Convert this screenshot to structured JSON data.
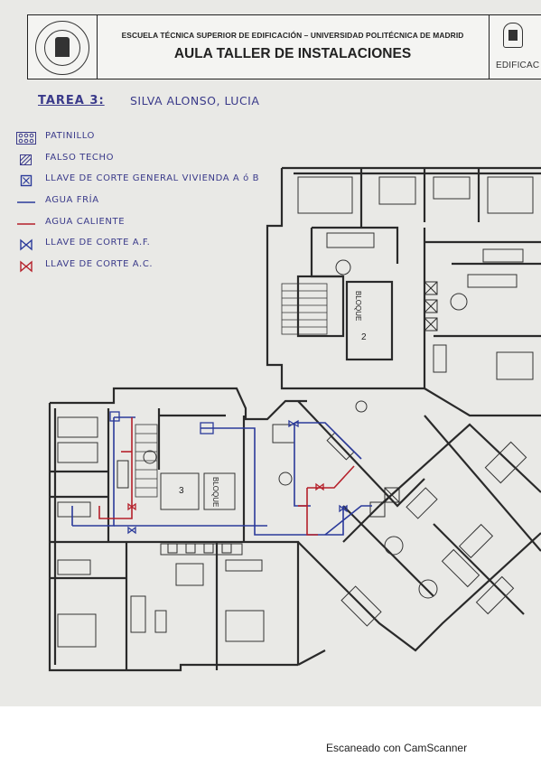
{
  "header": {
    "school_name": "ESCUELA TÉCNICA SUPERIOR DE EDIFICACIÓN – UNIVERSIDAD POLITÉCNICA DE MADRID",
    "title": "AULA TALLER DE INSTALACIONES",
    "logo_text": "EDIFICAC",
    "left_seal_icon": "university-seal-icon",
    "right_logo_icon": "school-logo-icon"
  },
  "assignment": {
    "task": "TAREA 3:",
    "student": "SILVA ALONSO, LUCIA"
  },
  "legend": [
    {
      "symbol": "patinillo-icon",
      "label": "PATINILLO"
    },
    {
      "symbol": "falso-techo-hatch-icon",
      "label": "FALSO TECHO"
    },
    {
      "symbol": "general-valve-icon",
      "label": "LLAVE DE CORTE GENERAL VIVIENDA A ó B"
    },
    {
      "symbol": "cold-water-line-icon",
      "label": "AGUA FRÍA"
    },
    {
      "symbol": "hot-water-line-icon",
      "label": "AGUA CALIENTE"
    },
    {
      "symbol": "cold-valve-icon",
      "label": "LLAVE DE CORTE A.F."
    },
    {
      "symbol": "hot-valve-icon",
      "label": "LLAVE DE CORTE A.C."
    }
  ],
  "plan": {
    "blocks": [
      {
        "label": "BLOQUE",
        "number": "2"
      },
      {
        "label": "BLOQUE",
        "number": "3"
      }
    ]
  },
  "colors": {
    "paper": "#e9e9e6",
    "ink": "#222222",
    "cold_water": "#2b3a9a",
    "hot_water": "#b5202a",
    "handwriting": "#3a3a8a"
  },
  "footer": {
    "scanner_text": "Escaneado con CamScanner"
  }
}
